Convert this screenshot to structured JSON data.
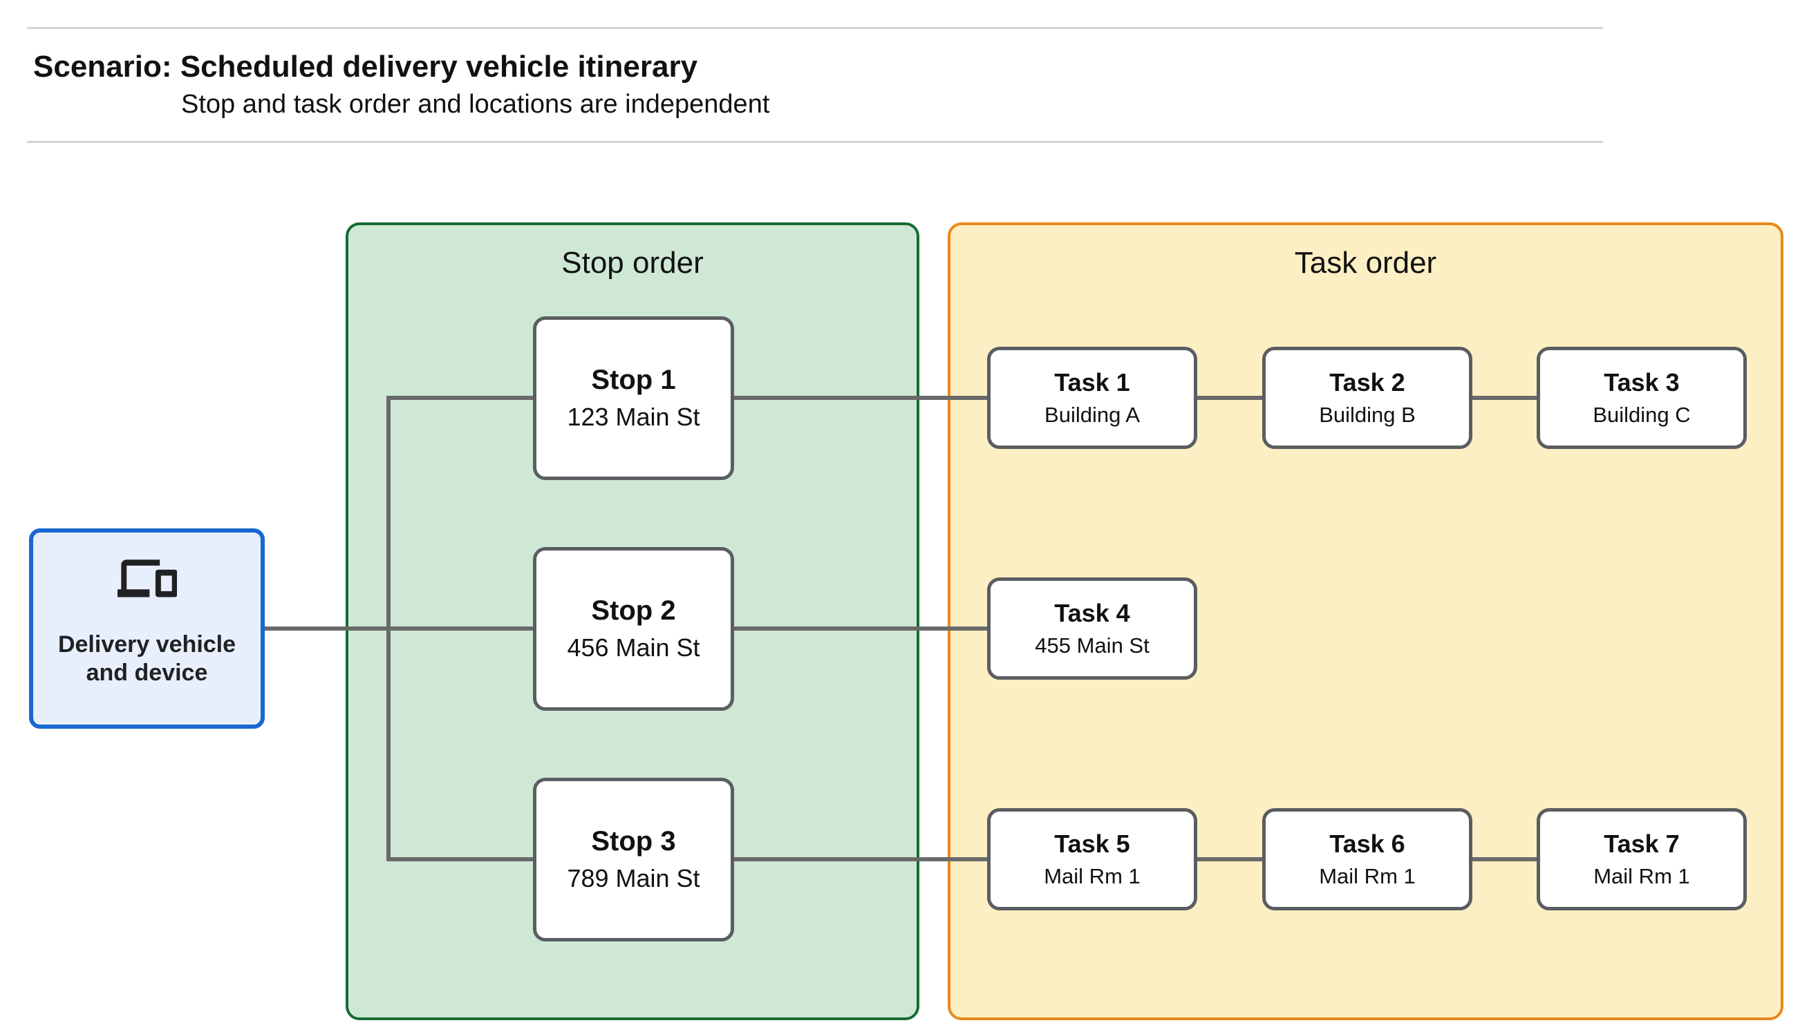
{
  "header": {
    "title": "Scenario: Scheduled delivery vehicle itinerary",
    "subtitle": "Stop and task order and locations are independent"
  },
  "vehicle": {
    "label": "Delivery vehicle and device",
    "icon": "devices-icon"
  },
  "panels": {
    "stop": {
      "title": "Stop order",
      "fill": "#cfe8d6",
      "border": "#146c31"
    },
    "task": {
      "title": "Task order",
      "fill": "#fcefc3",
      "border": "#e8891b"
    }
  },
  "stops": [
    {
      "name": "Stop 1",
      "location": "123 Main St"
    },
    {
      "name": "Stop 2",
      "location": "456 Main St"
    },
    {
      "name": "Stop 3",
      "location": "789 Main St"
    }
  ],
  "tasks": [
    {
      "name": "Task 1",
      "location": "Building A",
      "row": 0,
      "col": 0
    },
    {
      "name": "Task 2",
      "location": "Building B",
      "row": 0,
      "col": 1
    },
    {
      "name": "Task 3",
      "location": "Building C",
      "row": 0,
      "col": 2
    },
    {
      "name": "Task 4",
      "location": "455 Main St",
      "row": 1,
      "col": 0
    },
    {
      "name": "Task 5",
      "location": "Mail Rm 1",
      "row": 2,
      "col": 0
    },
    {
      "name": "Task 6",
      "location": "Mail Rm 1",
      "row": 2,
      "col": 1
    },
    {
      "name": "Task 7",
      "location": "Mail Rm 1",
      "row": 2,
      "col": 2
    }
  ],
  "colors": {
    "connector": "#6a6a6a",
    "node_border": "#5a5d61",
    "vehicle_fill": "#e8effc",
    "vehicle_border": "#1967d2",
    "divider": "#d3d3d3"
  }
}
